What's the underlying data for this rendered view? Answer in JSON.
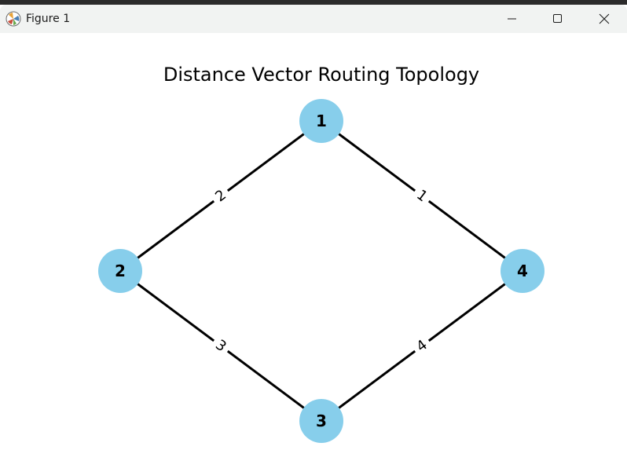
{
  "window": {
    "title": "Figure 1",
    "controls": [
      "minimize",
      "maximize",
      "close"
    ]
  },
  "figure": {
    "title": "Distance Vector Routing Topology"
  },
  "colors": {
    "node_fill": "#87ceeb",
    "edge": "#000000",
    "titlebar": "#f1f3f2"
  },
  "graph": {
    "nodes": [
      {
        "id": "1",
        "label": "1"
      },
      {
        "id": "2",
        "label": "2"
      },
      {
        "id": "3",
        "label": "3"
      },
      {
        "id": "4",
        "label": "4"
      }
    ],
    "edges": [
      {
        "from": "1",
        "to": "2",
        "weight": "2"
      },
      {
        "from": "1",
        "to": "4",
        "weight": "1"
      },
      {
        "from": "2",
        "to": "3",
        "weight": "3"
      },
      {
        "from": "3",
        "to": "4",
        "weight": "4"
      }
    ]
  }
}
